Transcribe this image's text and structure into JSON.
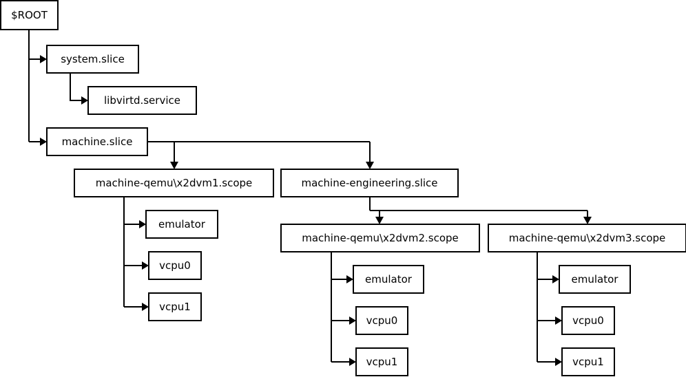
{
  "diagram": {
    "nodes": {
      "root": "$ROOT",
      "system_slice": "system.slice",
      "libvirtd_service": "libvirtd.service",
      "machine_slice": "machine.slice",
      "vm1_scope": "machine-qemu\\x2dvm1.scope",
      "vm1_emulator": "emulator",
      "vm1_vcpu0": "vcpu0",
      "vm1_vcpu1": "vcpu1",
      "engineering_slice": "machine-engineering.slice",
      "vm2_scope": "machine-qemu\\x2dvm2.scope",
      "vm2_emulator": "emulator",
      "vm2_vcpu0": "vcpu0",
      "vm2_vcpu1": "vcpu1",
      "vm3_scope": "machine-qemu\\x2dvm3.scope",
      "vm3_emulator": "emulator",
      "vm3_vcpu0": "vcpu0",
      "vm3_vcpu1": "vcpu1"
    },
    "edges": [
      [
        "root",
        "system_slice"
      ],
      [
        "system_slice",
        "libvirtd_service"
      ],
      [
        "root",
        "machine_slice"
      ],
      [
        "machine_slice",
        "vm1_scope"
      ],
      [
        "machine_slice",
        "engineering_slice"
      ],
      [
        "vm1_scope",
        "vm1_emulator"
      ],
      [
        "vm1_scope",
        "vm1_vcpu0"
      ],
      [
        "vm1_scope",
        "vm1_vcpu1"
      ],
      [
        "engineering_slice",
        "vm2_scope"
      ],
      [
        "engineering_slice",
        "vm3_scope"
      ],
      [
        "vm2_scope",
        "vm2_emulator"
      ],
      [
        "vm2_scope",
        "vm2_vcpu0"
      ],
      [
        "vm2_scope",
        "vm2_vcpu1"
      ],
      [
        "vm3_scope",
        "vm3_emulator"
      ],
      [
        "vm3_scope",
        "vm3_vcpu0"
      ],
      [
        "vm3_scope",
        "vm3_vcpu1"
      ]
    ]
  }
}
